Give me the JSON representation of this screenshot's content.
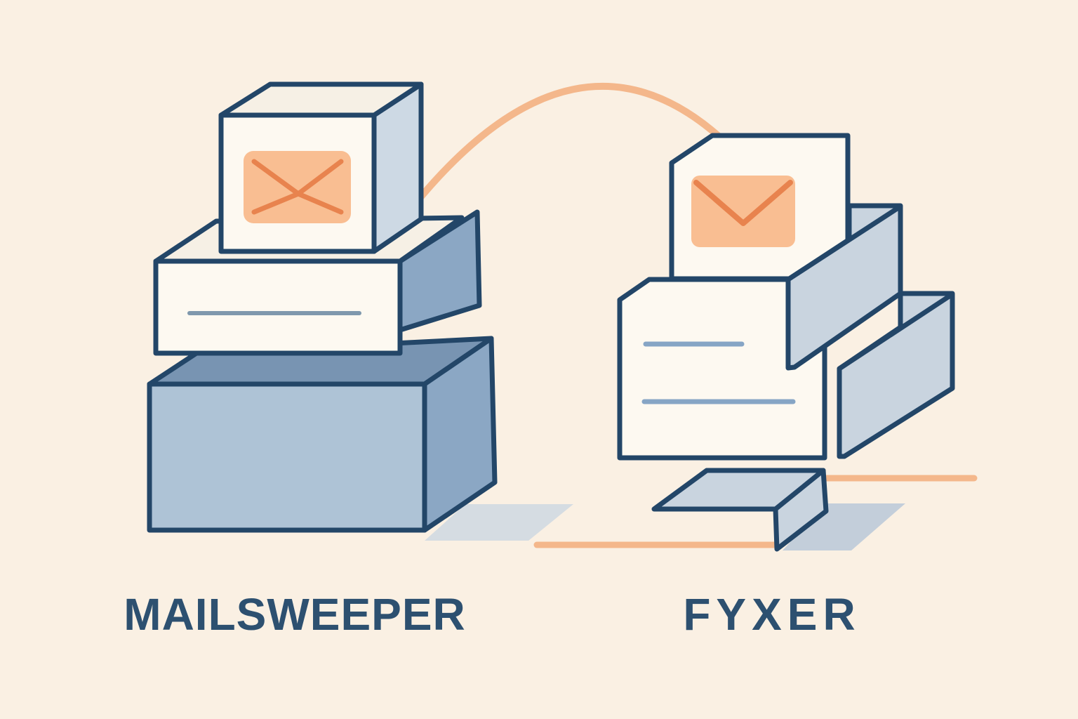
{
  "title": "MailSweeper vs Fyxer comparison illustration",
  "labels": {
    "left": "MAILSWEEPER",
    "right": "FYXER"
  },
  "icons": {
    "left_envelope": "envelope-back-icon",
    "right_envelope": "envelope-flap-icon"
  },
  "colors": {
    "background": "#faf0e3",
    "outline": "#234668",
    "text": "#2d5070",
    "face": "#fdf9f1",
    "face-top": "#f6f0e5",
    "cube-side": "#cdd9e4",
    "box-front": "#aec3d6",
    "box-top": "#7894b2",
    "box-side": "#8ba7c4",
    "mid-side": "#8ba7c4",
    "slab": "#c9d4df",
    "shadow-l": "#d5dce2",
    "shadow-r": "#c3ceda",
    "env": "#f9be92",
    "env-stroke": "#e8834e",
    "orange": "#f4b78b",
    "line-l": "#7f98ad",
    "line-r": "#86a5c5"
  }
}
